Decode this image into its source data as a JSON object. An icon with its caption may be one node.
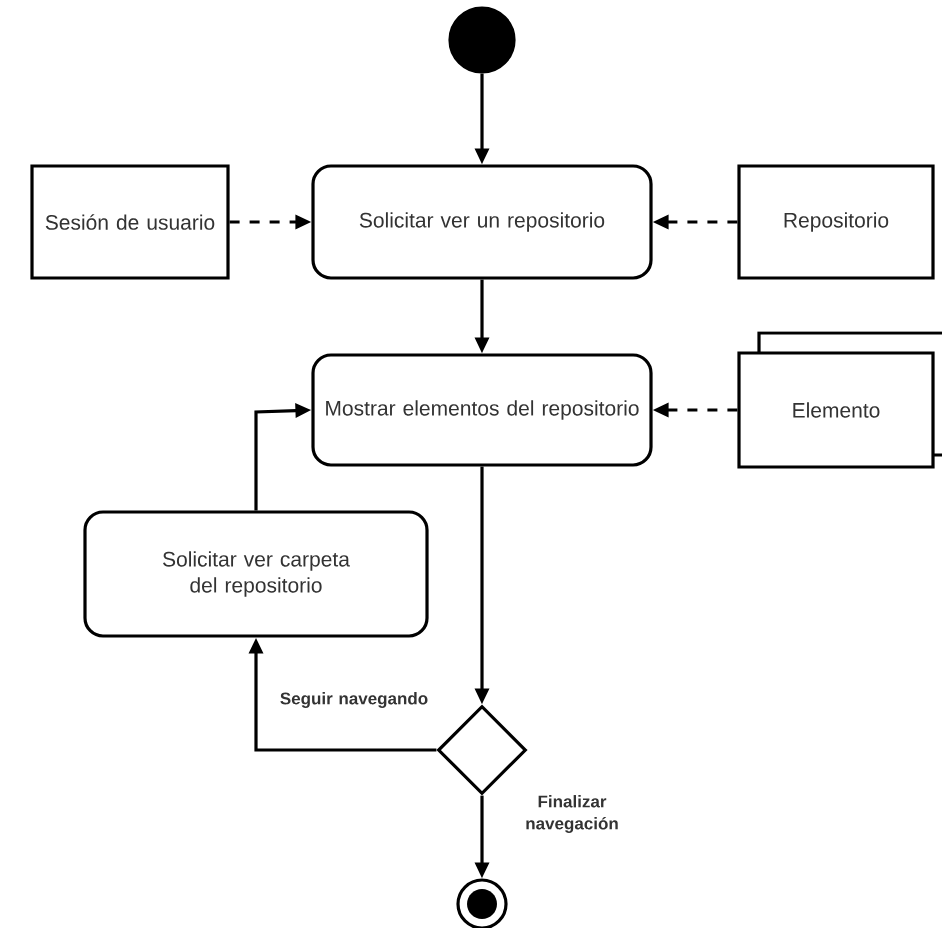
{
  "diagram": {
    "nodes": [
      {
        "text": [],
        "shape": "circle"
      },
      {
        "text": [
          "Sesión de usuario"
        ]
      },
      {
        "text": [
          "Solicitar ver un repositorio"
        ]
      },
      {
        "text": [
          "Repositorio"
        ]
      },
      {
        "text": [
          "Mostrar elementos del repositorio"
        ]
      },
      {
        "text": [
          "Elemento"
        ]
      },
      {
        "text": [
          "Solicitar ver carpeta del repositorio"
        ]
      },
      {
        "text": [],
        "shape": "diamond"
      },
      {
        "text": [],
        "shape": "circle"
      }
    ],
    "edges": [
      {
        "from": 0,
        "to": 2,
        "arrow": "to"
      },
      {
        "from": 1,
        "to": 2,
        "arrow": "to",
        "style": "dashed"
      },
      {
        "from": 3,
        "to": 2,
        "arrow": "to",
        "style": "dashed"
      },
      {
        "from": 2,
        "to": 4,
        "arrow": "to"
      },
      {
        "from": 5,
        "to": 4,
        "arrow": "to",
        "style": "dashed"
      },
      {
        "from": 4,
        "to": 7,
        "arrow": "to"
      },
      {
        "from": 7,
        "to": 6,
        "arrow": "to",
        "label": "Seguir navegando"
      },
      {
        "from": 6,
        "to": 4,
        "arrow": "to"
      },
      {
        "from": 7,
        "to": 8,
        "arrow": "to",
        "label": "Finalizar navegación"
      }
    ]
  }
}
